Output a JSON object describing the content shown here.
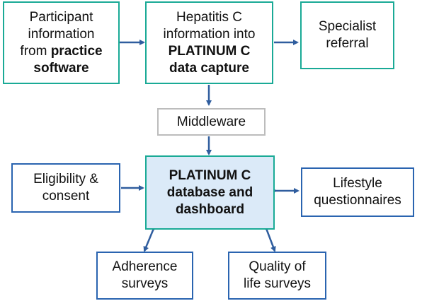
{
  "nodes": {
    "participant": {
      "lines": [
        "Participant",
        "information"
      ],
      "line3_pre": "from ",
      "line3_bold": "practice",
      "line4_bold": "software"
    },
    "hepatitis": {
      "lines": [
        "Hepatitis C",
        "information into"
      ],
      "bold_lines": [
        "PLATINUM C",
        "data capture"
      ]
    },
    "specialist": {
      "lines": [
        "Specialist",
        "referral"
      ]
    },
    "middleware": {
      "lines": [
        "Middleware"
      ]
    },
    "database": {
      "bold_lines": [
        "PLATINUM C",
        "database and",
        "dashboard"
      ]
    },
    "eligibility": {
      "lines": [
        "Eligibility &",
        "consent"
      ]
    },
    "lifestyle": {
      "lines": [
        "Lifestyle",
        "questionnaires"
      ]
    },
    "adherence": {
      "lines": [
        "Adherence",
        "surveys"
      ]
    },
    "quality": {
      "lines": [
        "Quality of",
        "life surveys"
      ]
    }
  },
  "colors": {
    "teal": "#1aaa96",
    "blue": "#2a64b0",
    "arrow": "#2f5d9e",
    "highlight_fill": "#dbeaf8",
    "grey_border": "#bcbcbc"
  }
}
